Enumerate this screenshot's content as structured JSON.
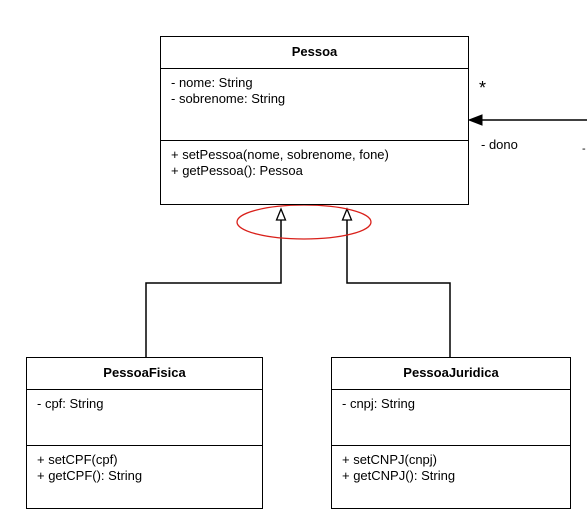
{
  "classes": {
    "pessoa": {
      "name": "Pessoa",
      "attributes": [
        "- nome: String",
        "- sobrenome: String"
      ],
      "methods": [
        "+ setPessoa(nome, sobrenome, fone)",
        "+ getPessoa(): Pessoa"
      ]
    },
    "pessoa_fisica": {
      "name": "PessoaFisica",
      "attributes": [
        "- cpf: String"
      ],
      "methods": [
        "+ setCPF(cpf)",
        "+ getCPF(): String"
      ]
    },
    "pessoa_juridica": {
      "name": "PessoaJuridica",
      "attributes": [
        "- cnpj: String"
      ],
      "methods": [
        "+ setCNPJ(cnpj)",
        "+ getCNPJ(): String"
      ]
    }
  },
  "association": {
    "multiplicity": "*",
    "role": "- dono",
    "cut_mark": "-"
  },
  "colors": {
    "line": "#000000",
    "highlight_ellipse": "#d9201a",
    "background": "#ffffff"
  },
  "icons": {
    "inheritance_arrow": "hollow-triangle-arrowhead",
    "association_arrow": "filled-triangle-arrowhead"
  }
}
